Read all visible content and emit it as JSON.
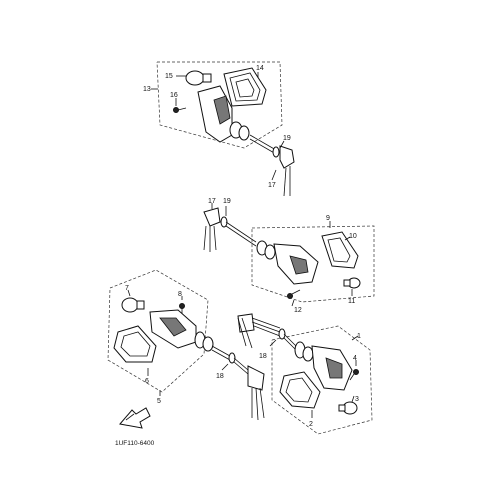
{
  "labels": {
    "l1": "1",
    "l2": "2",
    "l3": "3",
    "l4": "4",
    "l5": "5",
    "l6": "6",
    "l7": "7",
    "l8": "8",
    "l9": "9",
    "l10": "10",
    "l11": "11",
    "l12": "12",
    "l13": "13",
    "l14": "14",
    "l15": "15",
    "l16": "16",
    "l17a": "17",
    "l17b": "17",
    "l18a": "18",
    "l18b": "18",
    "l19a": "19",
    "l19b": "19"
  },
  "code": "1UF110-6400",
  "fwd_icon": "fwd-arrow-icon"
}
